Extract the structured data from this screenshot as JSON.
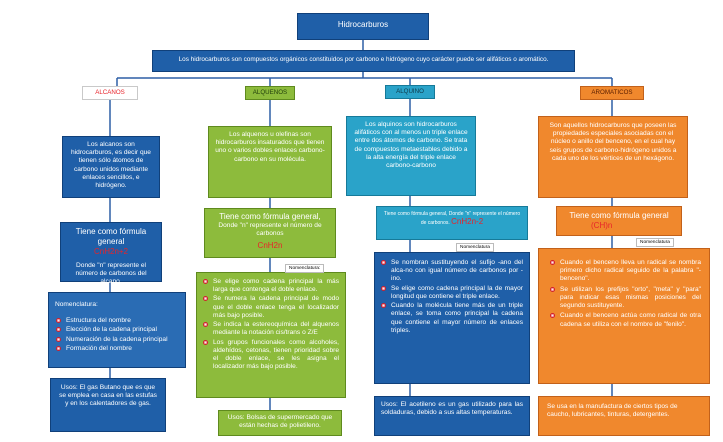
{
  "title": "Hidrocarburos",
  "definition": "Los hidrocarburos son compuestos orgánicos constituidos por carbono e hidrógeno cuyo carácter puede ser alifáticos o aromático.",
  "alcanos": {
    "tag": "ALCANOS",
    "desc": "Los alcanos son hidrocarburos, es decir que tienen sólo átomos de carbono unidos mediante enlaces sencillos, e hidrógeno.",
    "formula_label": "Tiene como fórmula general",
    "formula": "CnH2n+2",
    "formula_note": "Donde \"n\" represente el número de carbonos del alcano.",
    "nomen_title": "Nomenclatura:",
    "nomen_items": [
      "Estructura del nombre",
      "Elección de la cadena principal",
      "Numeración de la cadena principal",
      "Formación del nombre"
    ],
    "uses": "Usos: El gas Butano que es que se emplea en casa en las estufas y en los calentadores de gas."
  },
  "alquenos": {
    "tag": "ALQUENOS",
    "desc": "Los alquenos u olefinas son hidrocarburos insaturados que tienen uno o varios dobles enlaces carbono-carbono en su molécula.",
    "formula_label": "Tiene como fórmula general,",
    "formula_note": "Donde \"n\" represente el número de carbonos",
    "formula": "CnH2n",
    "nomen_label": "Nomenclatura:",
    "nomen_items": [
      "Se elige como cadena principal la más larga que contenga el doble enlace.",
      "Se numera la cadena principal de modo que el doble enlace tenga el localizador más bajo posible.",
      "Se indica la estereoquímica del alquenos mediante la notación cis/trans o Z/E",
      "Los grupos funcionales como alcoholes, aldehídos, cetonas, tienen prioridad sobre el doble enlace, se les asigna el localizador más bajo posible."
    ],
    "uses": "Usos: Bolsas de supermercado que están hechas de polietileno."
  },
  "alquino": {
    "tag": "ALQUINO",
    "desc": "Los alquinos son hidrocarburos alifáticos con al menos un triple enlace entre dos átomos de carbono. Se trata de compuestos metaestables debido a la alta energía del triple enlace carbono-carbono",
    "formula_label": "Tiene como fórmula general, Donde \"n\" represente el número de carbonos.",
    "formula": "CnH2n-2",
    "nomen_label": "Nomenclatura",
    "nomen_items": [
      "Se nombran sustituyendo el sufijo -ano del alca-no con igual número de carbonos por -ino.",
      "Se elige como cadena principal la de mayor longitud que contiene el triple enlace.",
      "Cuando la molécula tiene más de un triple enlace, se toma como principal la cadena que contiene el mayor número de enlaces triples."
    ],
    "uses": "Usos: El acetileno es un gas utilizado para las soldaduras, debido a sus altas temperaturas."
  },
  "aromaticos": {
    "tag": "AROMATICOS",
    "desc": "Son aquellos hidrocarburos que poseen las propiedades especiales asociadas con el núcleo o anillo del benceno, en el cual hay seis grupos de carbono-hidrógeno unidos a cada uno de los vértices de un hexágono.",
    "formula_label": "Tiene como fórmula general",
    "formula": "(CH)n",
    "nomen_label": "Nomenclatura",
    "nomen_items": [
      "Cuando el benceno lleva un radical se nombra primero dicho radical seguido de la palabra \"-benceno\".",
      "Se utilizan los prefijos \"orto\", \"meta\" y \"para\" para indicar esas mismas posiciones del segundo sustituyente.",
      "Cuando el benceno actúa como radical de otra cadena se utiliza con el nombre de \"fenilo\"."
    ],
    "uses": "Se usa en la manufactura de ciertos tipos de caucho, lubricantes, tinturas, detergentes."
  }
}
